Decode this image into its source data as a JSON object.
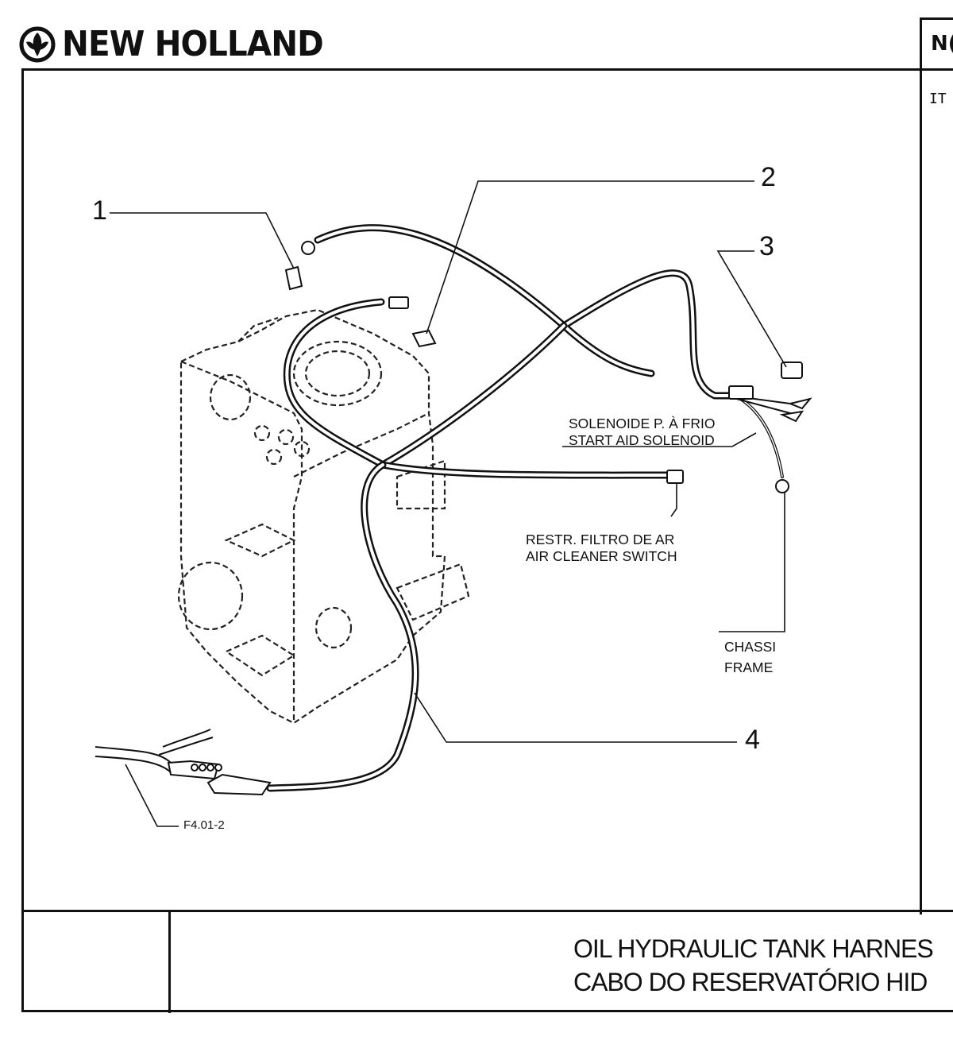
{
  "header": {
    "brand_name": "NEW HOLLAND",
    "no_label": "N(",
    "item_label": "IT"
  },
  "callouts": {
    "item1": "1",
    "item2": "2",
    "item3": "3",
    "item4": "4"
  },
  "labels": {
    "start_aid_pt": "SOLENOIDE P. À FRIO",
    "start_aid_en": "START AID SOLENOID",
    "air_cleaner_pt": "RESTR. FILTRO DE AR",
    "air_cleaner_en": "AIR CLEANER SWITCH",
    "chassis_pt": "CHASSI",
    "chassis_en": "FRAME",
    "reference": "F4.01-2"
  },
  "title_block": {
    "title_en": "OIL HYDRAULIC TANK HARNES",
    "title_pt": "CABO DO RESERVATÓRIO HID"
  },
  "icons": {
    "logo": "new-holland-leaf-logo"
  },
  "colors": {
    "ink": "#111111",
    "paper": "#ffffff"
  }
}
